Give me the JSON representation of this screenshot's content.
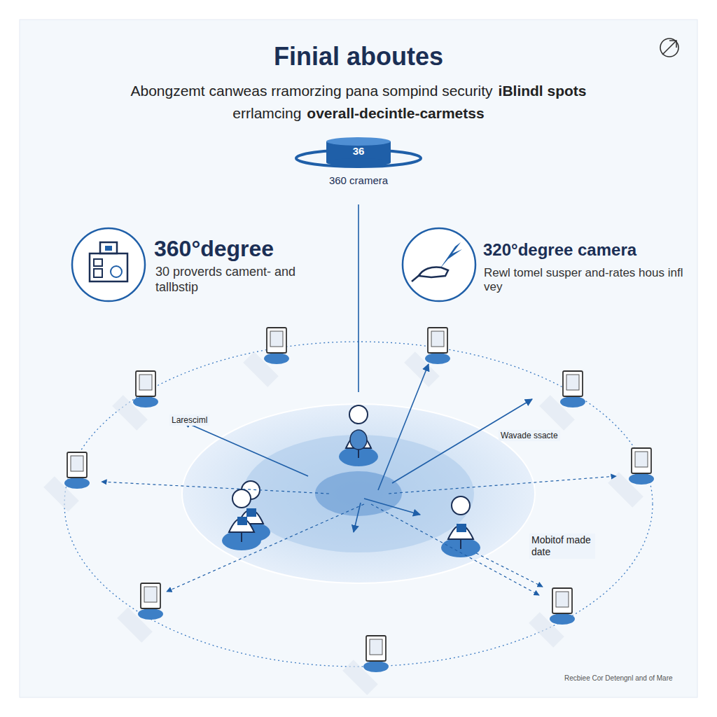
{
  "diagram": {
    "title": "Finial aboutes",
    "nodes": [
      {
        "text": [
          "36",
          "360 cramera"
        ]
      }
    ],
    "labels": [
      "Abongzemt canweas rramorzing pana sompind security",
      "iBlindl spots",
      "errlamcing",
      "overall-decintle-carmetss",
      "360°degree",
      "30 proverds cament- and tallbstip",
      "320°degree camera",
      "Rewl tomel susper and-rates hous infl vey",
      "Laresciml",
      "Wavade ssacte",
      "Mobitof made date",
      "Recbiee Cor Detengnl and of Mare"
    ]
  }
}
